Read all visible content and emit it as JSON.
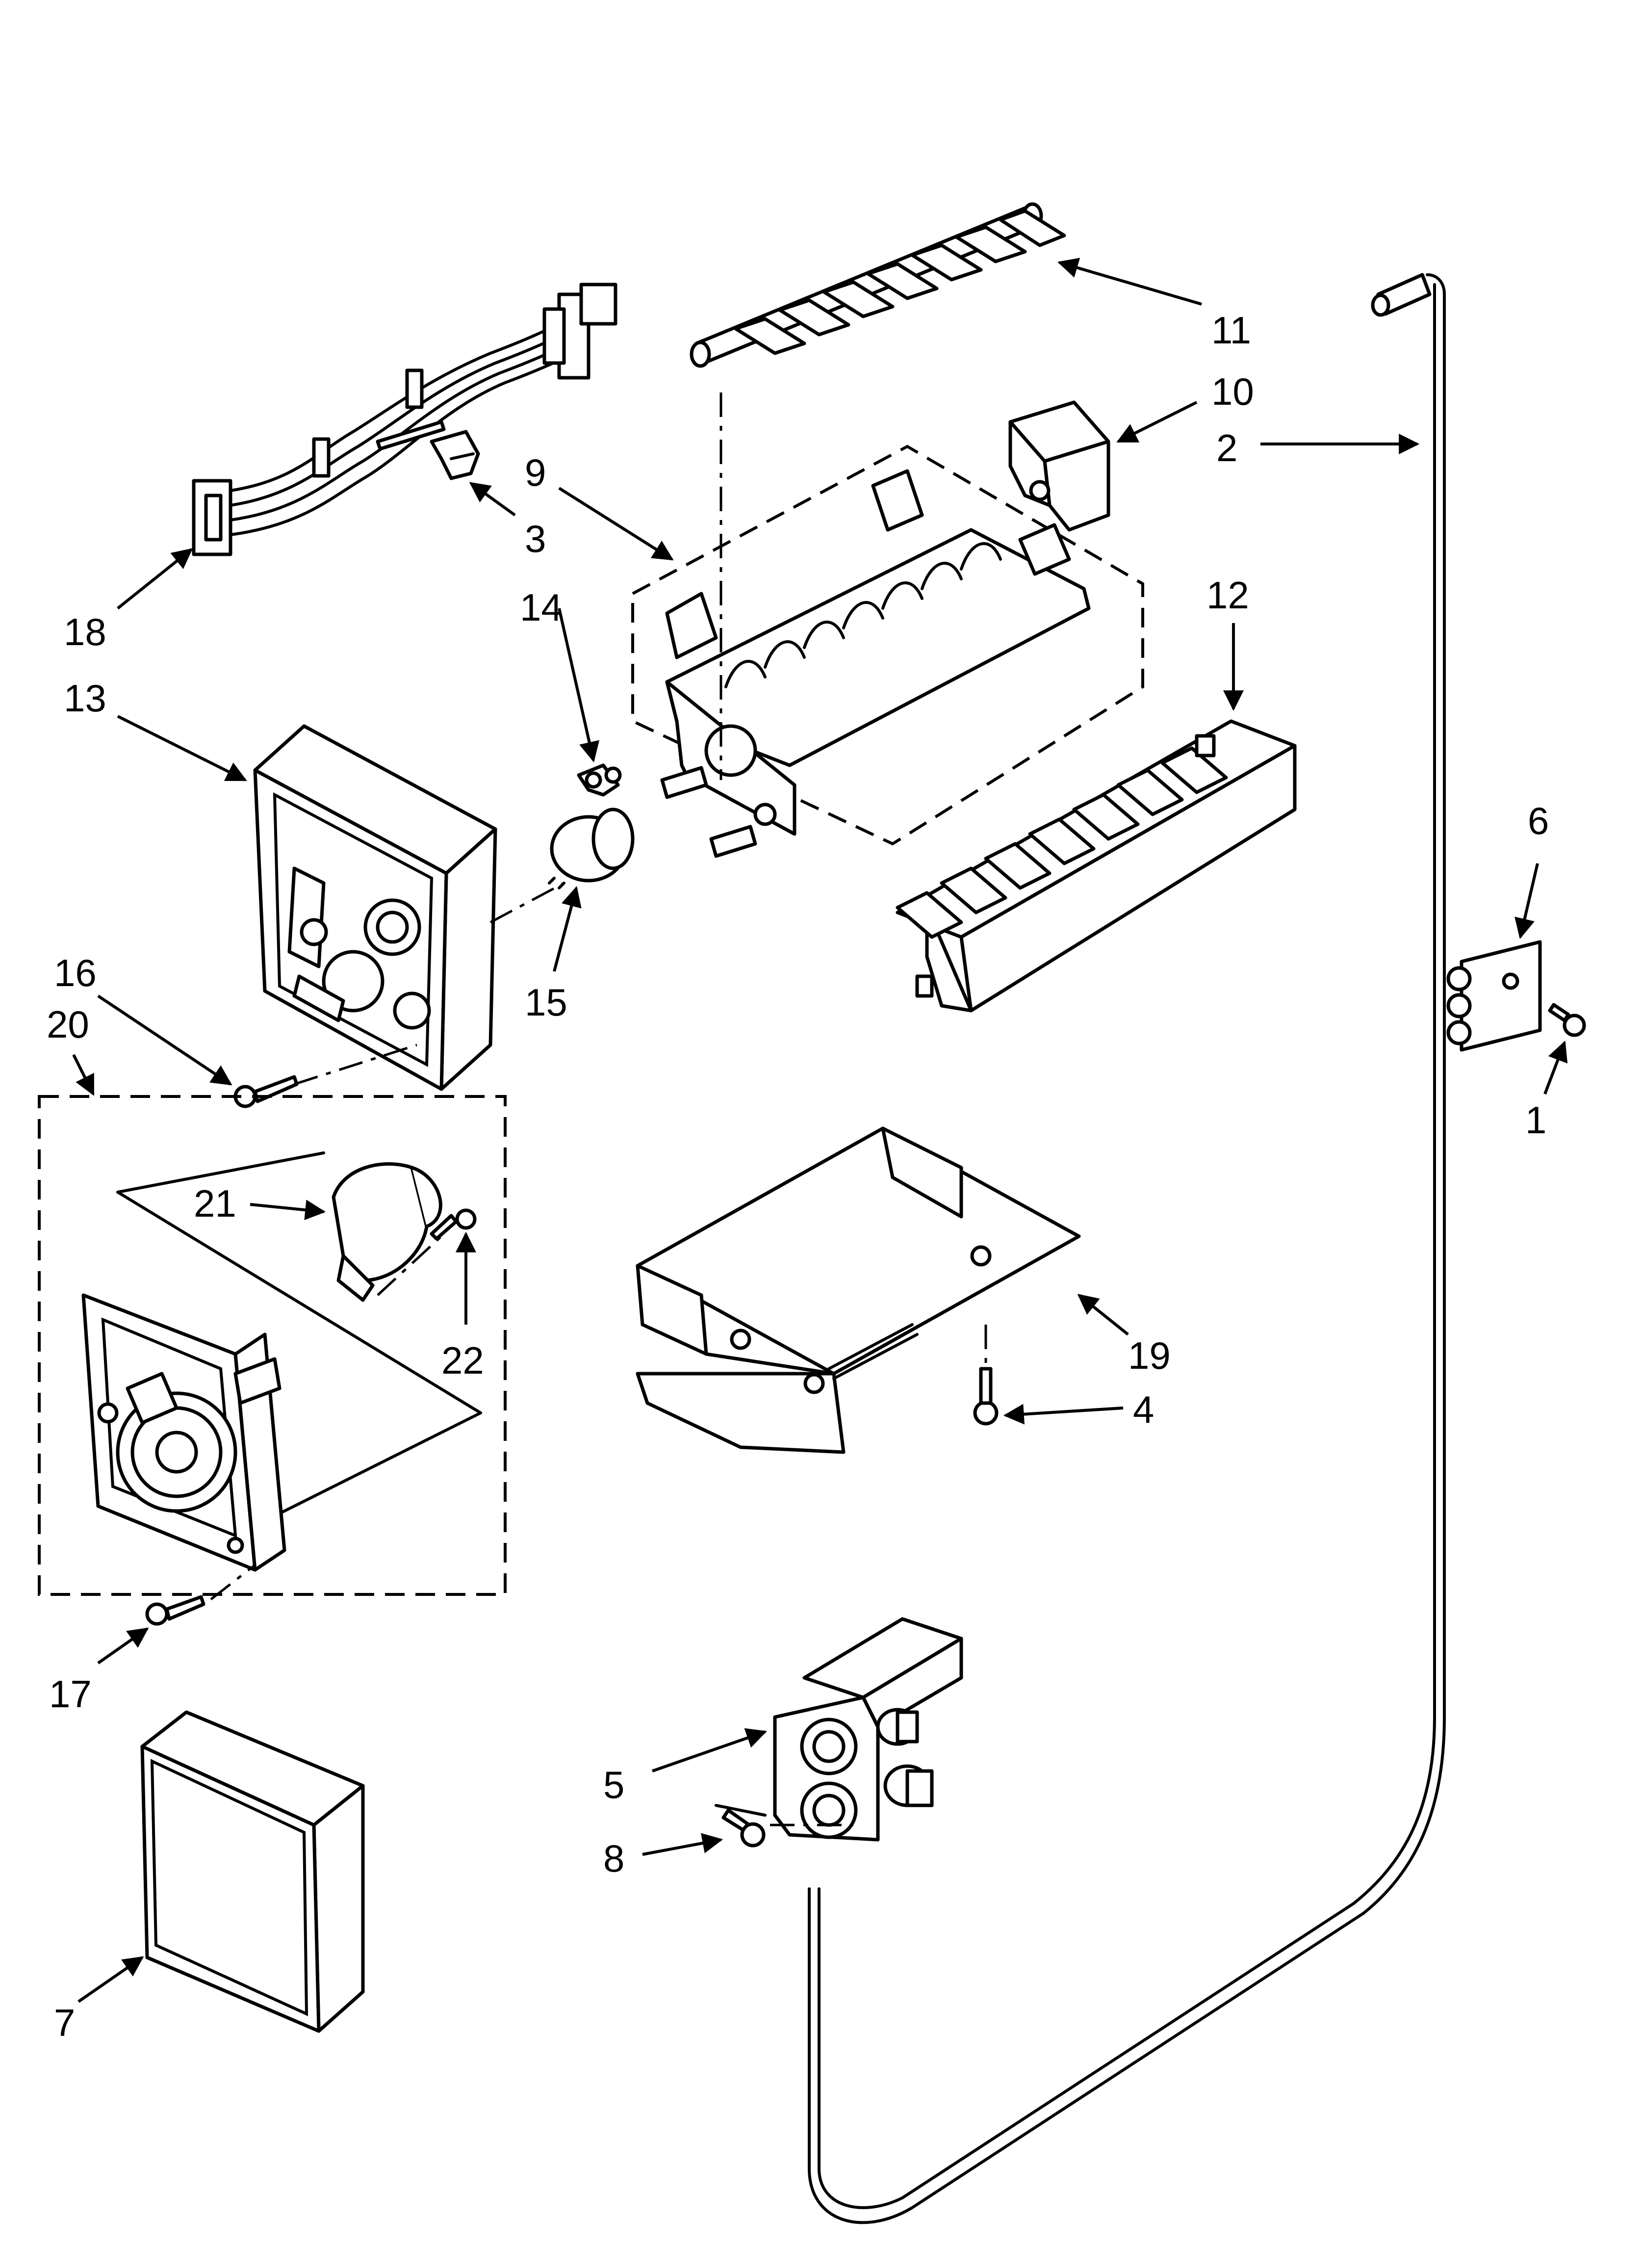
{
  "callouts": [
    {
      "id": "1",
      "text": "1"
    },
    {
      "id": "2",
      "text": "2"
    },
    {
      "id": "3",
      "text": "3"
    },
    {
      "id": "4",
      "text": "4"
    },
    {
      "id": "5",
      "text": "5"
    },
    {
      "id": "6",
      "text": "6"
    },
    {
      "id": "7",
      "text": "7"
    },
    {
      "id": "8",
      "text": "8"
    },
    {
      "id": "9",
      "text": "9"
    },
    {
      "id": "10",
      "text": "10"
    },
    {
      "id": "11",
      "text": "11"
    },
    {
      "id": "12",
      "text": "12"
    },
    {
      "id": "13",
      "text": "13"
    },
    {
      "id": "14",
      "text": "14"
    },
    {
      "id": "15",
      "text": "15"
    },
    {
      "id": "16",
      "text": "16"
    },
    {
      "id": "17",
      "text": "17"
    },
    {
      "id": "18",
      "text": "18"
    },
    {
      "id": "19",
      "text": "19"
    },
    {
      "id": "20",
      "text": "20"
    },
    {
      "id": "21",
      "text": "21"
    },
    {
      "id": "22",
      "text": "22"
    }
  ],
  "colors": {
    "line": "#000000",
    "background": "#ffffff"
  }
}
